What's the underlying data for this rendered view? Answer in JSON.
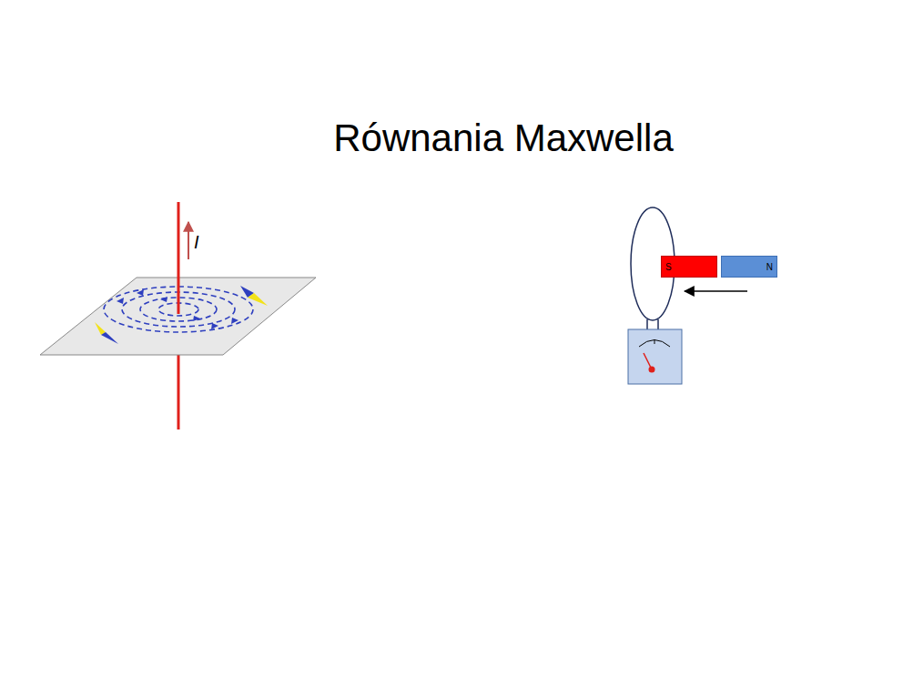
{
  "diagram": {
    "title": "Równania Maxwella",
    "nodes": [
      {
        "text": [
          "S"
        ]
      },
      {
        "text": [
          "N"
        ]
      }
    ],
    "labels": [
      "I"
    ]
  }
}
